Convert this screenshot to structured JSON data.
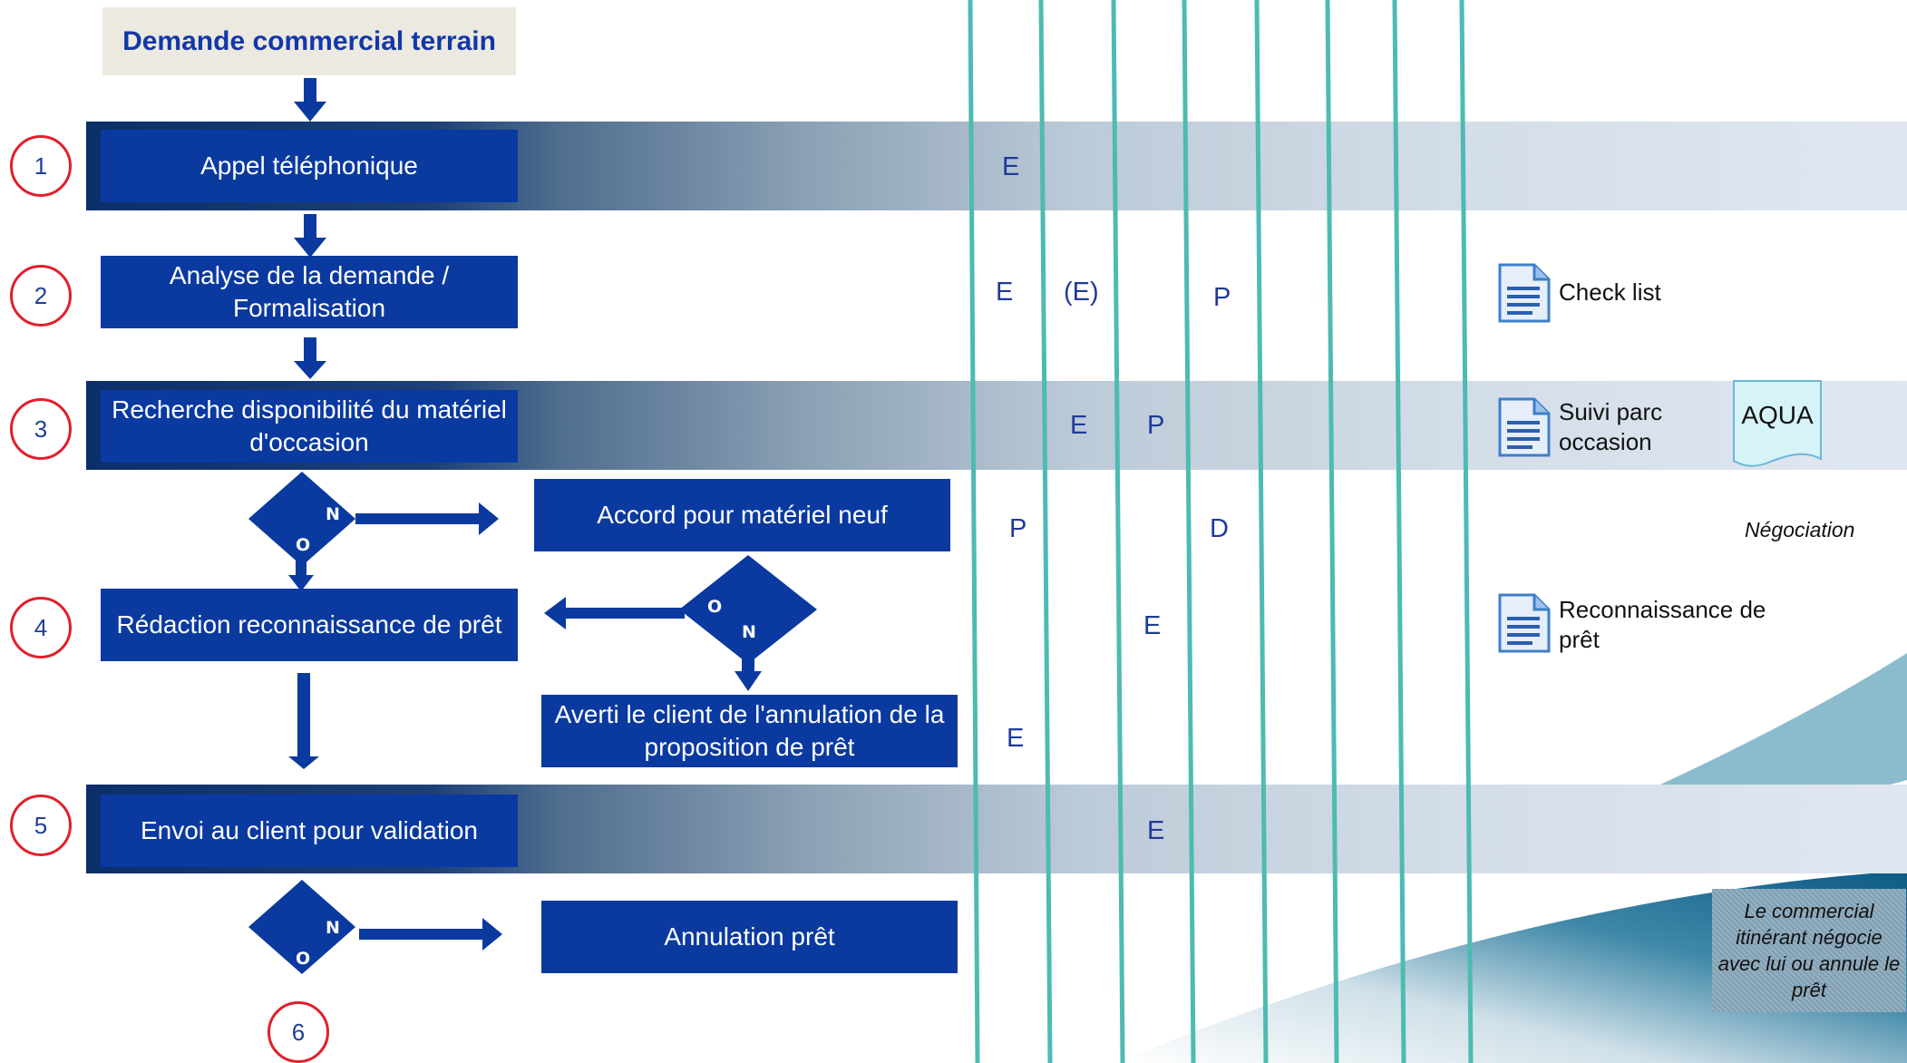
{
  "header": {
    "title": "Demande commercial terrain"
  },
  "steps": [
    {
      "number": "1",
      "label": "Appel téléphonique"
    },
    {
      "number": "2",
      "label": "Analyse de la demande / Formalisation"
    },
    {
      "number": "3",
      "label": "Recherche disponibilité du matériel d'occasion"
    },
    {
      "number": "4",
      "label": "Rédaction reconnaissance de prêt"
    },
    {
      "number": "5",
      "label": "Envoi au client pour validation"
    },
    {
      "number": "6",
      "label": ""
    }
  ],
  "branches": {
    "accord_neuf": "Accord pour matériel neuf",
    "averti_client": "Averti le client de l'annulation de la proposition de prêt",
    "annulation": "Annulation prêt"
  },
  "decision_letters": {
    "yes": "O",
    "no": "N"
  },
  "responsibilities": {
    "row1": [
      "E"
    ],
    "row2": [
      "E",
      "(E)",
      "P"
    ],
    "row3": [
      "E",
      "P"
    ],
    "row3b": [
      "P",
      "D"
    ],
    "row4": [
      "E"
    ],
    "row4b": [
      "E"
    ],
    "row5": [
      "E"
    ]
  },
  "documents": {
    "checklist": "Check list",
    "suivi_parc": "Suivi parc occasion",
    "reconnaissance": "Reconnaissance de prêt",
    "system": "AQUA"
  },
  "notes": {
    "negociation": "Négociation",
    "commercial": "Le commercial itinérant négocie avec lui ou annule le prêt"
  },
  "colors": {
    "box": "#0a3aa0",
    "circle_border": "#e0202c",
    "column_line": "#4dbbb0",
    "header_bg": "#ece9e0"
  },
  "icons": [
    "document-icon",
    "arrow-down-icon",
    "arrow-right-icon",
    "arrow-left-icon",
    "decision-diamond-icon",
    "aqua-document-icon"
  ]
}
